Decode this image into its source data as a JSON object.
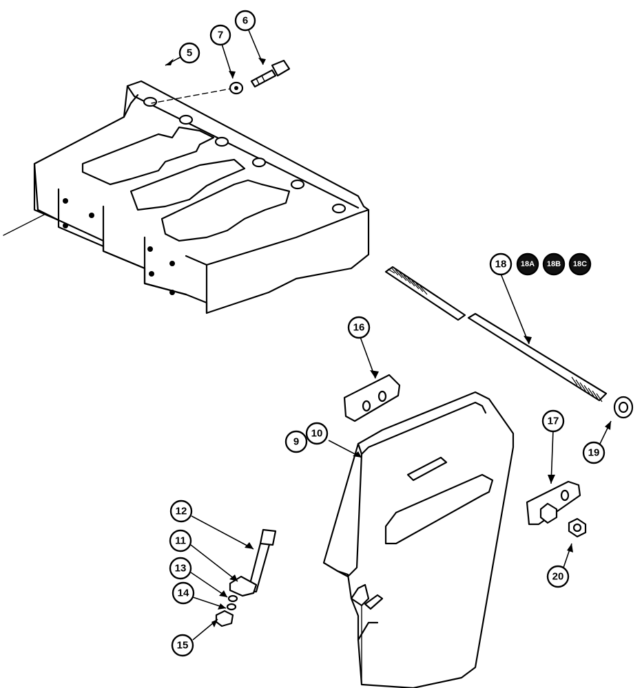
{
  "callouts": {
    "c5": "5",
    "c6": "6",
    "c7": "7",
    "c9": "9",
    "c10": "10",
    "c11": "11",
    "c12": "12",
    "c13": "13",
    "c14": "14",
    "c15": "15",
    "c16": "16",
    "c17": "17",
    "c18": "18",
    "c18a": "18A",
    "c18b": "18B",
    "c18c": "18C",
    "c19": "19",
    "c20": "20"
  }
}
